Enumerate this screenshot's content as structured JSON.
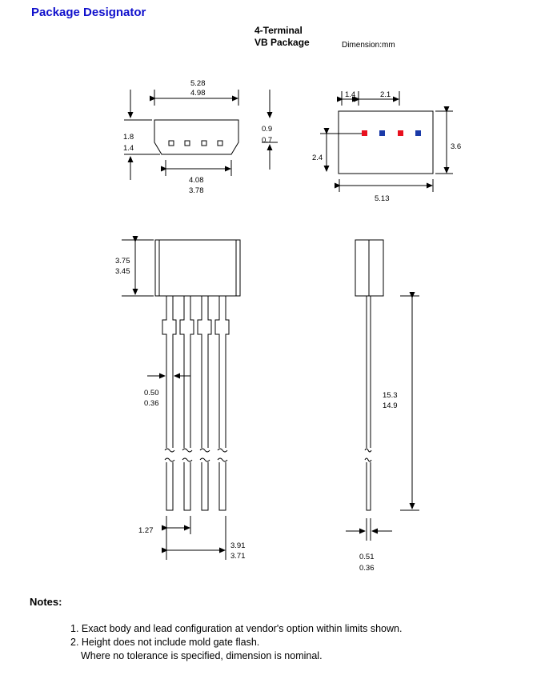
{
  "heading": "Package Designator",
  "package": {
    "line1": "4-Terminal",
    "line2": "VB Package"
  },
  "units_label": "Dimension:mm",
  "dims": {
    "top_width_max": "5.28",
    "top_width_min": "4.98",
    "height_max": "1.8",
    "height_min": "1.4",
    "thick_max": "0.9",
    "thick_min": "0.7",
    "bottom_width_max": "4.08",
    "bottom_width_min": "3.78",
    "pad_a": "1.4",
    "pad_b": "2.1",
    "face_h": "2.4",
    "face_w": "5.13",
    "face_full": "3.6",
    "body_h_max": "3.75",
    "body_h_min": "3.45",
    "lead_w_max": "0.50",
    "lead_w_min": "0.36",
    "lead_len_max": "15.3",
    "lead_len_min": "14.9",
    "pitch": "1.27",
    "span_max": "3.91",
    "span_min": "3.71",
    "side_lead_max": "0.51",
    "side_lead_min": "0.36"
  },
  "colors": {
    "heading": "#1010cc",
    "pad_red": "#e8101e",
    "pad_blue": "#1a3aa8"
  },
  "notes_heading": "Notes:",
  "notes": [
    "1. Exact body and lead configuration at vendor's option within limits shown.",
    "2. Height does not include mold gate flash.",
    "Where no tolerance is specified, dimension is nominal."
  ]
}
